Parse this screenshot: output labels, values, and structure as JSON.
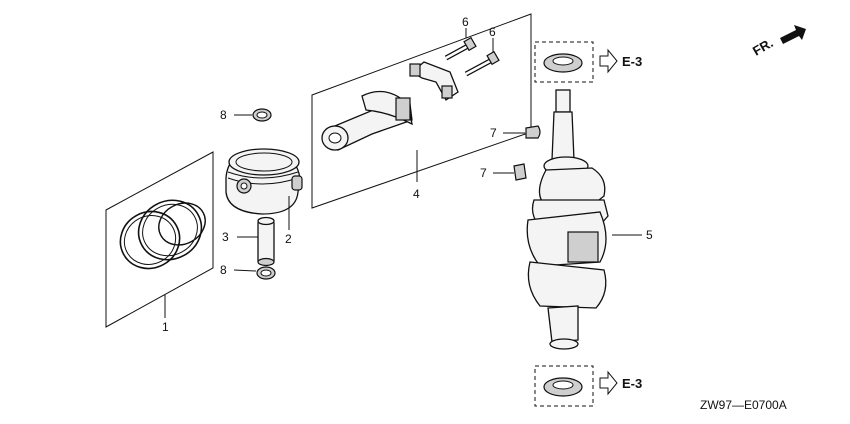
{
  "callouts": {
    "c1": "1",
    "c2": "2",
    "c3": "3",
    "c4": "4",
    "c5": "5",
    "c6a": "6",
    "c6b": "6",
    "c7a": "7",
    "c7b": "7",
    "c8a": "8",
    "c8b": "8"
  },
  "refs": {
    "top": "E-3",
    "bottom": "E-3"
  },
  "direction_label": "FR.",
  "drawing_code": "ZW97—E0700A"
}
